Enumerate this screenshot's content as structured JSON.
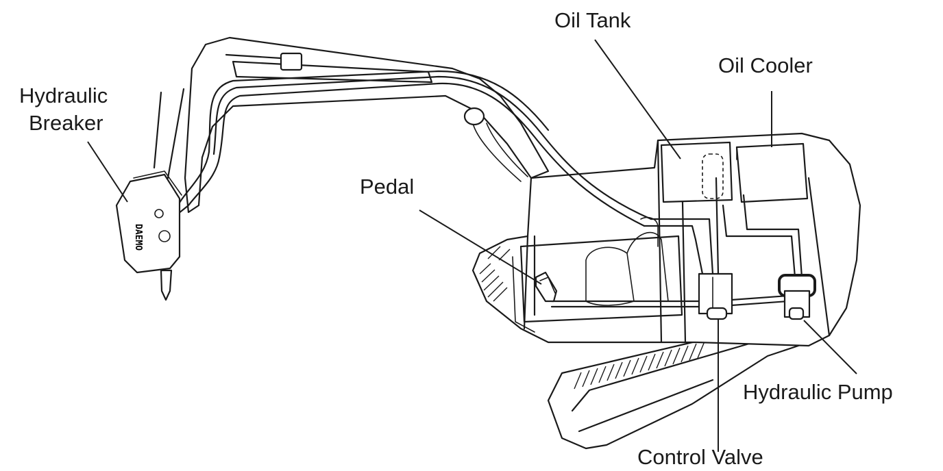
{
  "labels": {
    "oil_tank": "Oil Tank",
    "oil_cooler": "Oil Cooler",
    "hydraulic_breaker_line1": "Hydraulic",
    "hydraulic_breaker_line2": "Breaker",
    "pedal": "Pedal",
    "hydraulic_pump": "Hydraulic Pump",
    "control_valve": "Control Valve"
  },
  "breaker_brand": "DAEMO",
  "colors": {
    "ink": "#1a1a1a",
    "background": "#ffffff"
  }
}
